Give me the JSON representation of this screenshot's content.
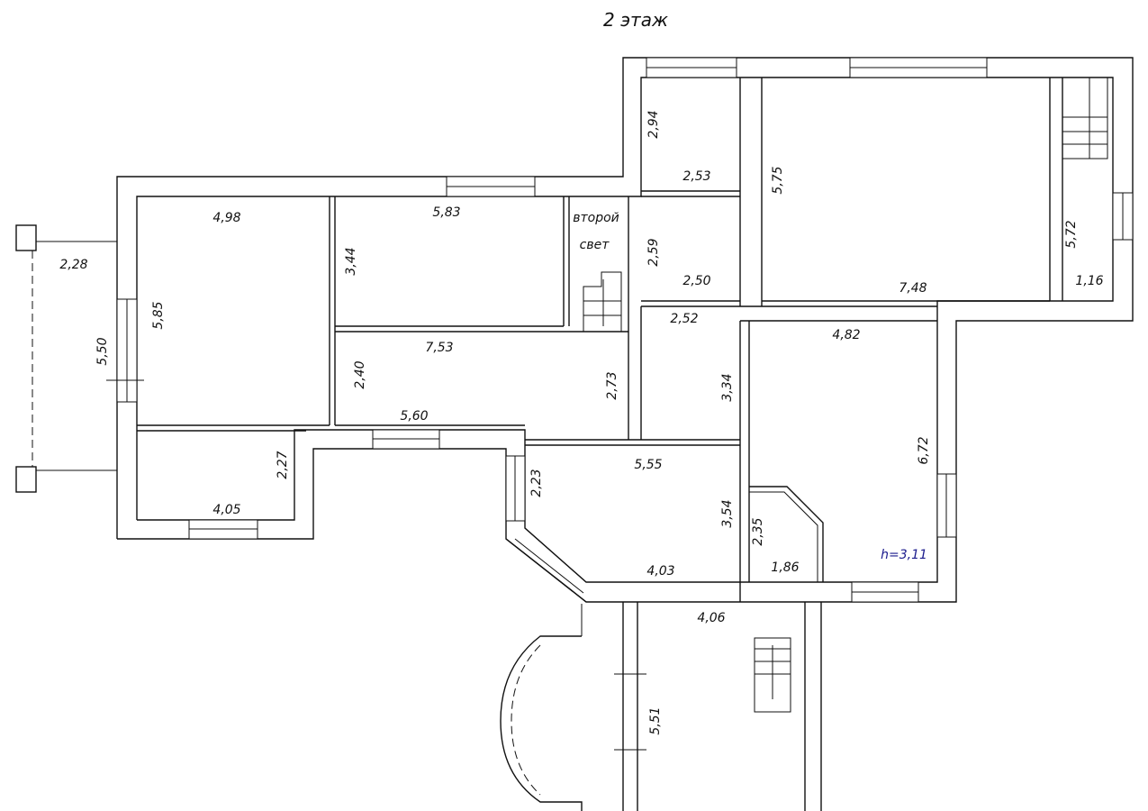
{
  "title": "2 этаж",
  "second_light": [
    "второй",
    "свет"
  ],
  "ceiling_height": "h=3,11",
  "dims": {
    "balcony_w": "2,28",
    "balcony_h": "5,50",
    "room1_w": "4,98",
    "room1_h": "5,85",
    "room2_w": "5,83",
    "room2_h": "3,44",
    "hall_w": "7,53",
    "hall_h_left": "2,40",
    "hall_h_right": "2,73",
    "hall_bottom": "5,60",
    "small_room_h": "2,27",
    "small_room_w": "4,05",
    "top_room_h": "2,94",
    "top_room_w": "2,53",
    "mid_room_h": "2,59",
    "mid_room_w": "2,50",
    "big_room_h": "5,75",
    "big_room_w": "7,48",
    "stair_h": "5,72",
    "stair_w": "1,16",
    "bath_w": "2,52",
    "bath_h": "3,34",
    "right_room_w": "4,82",
    "right_room_h": "6,72",
    "bay_room_h": "2,23",
    "bay_room_w": "5,55",
    "bay_room_h2": "3,54",
    "bay_room_bottom": "4,03",
    "closet_h": "2,35",
    "closet_w": "1,86",
    "porch_w": "4,06",
    "porch_h": "5,51"
  }
}
